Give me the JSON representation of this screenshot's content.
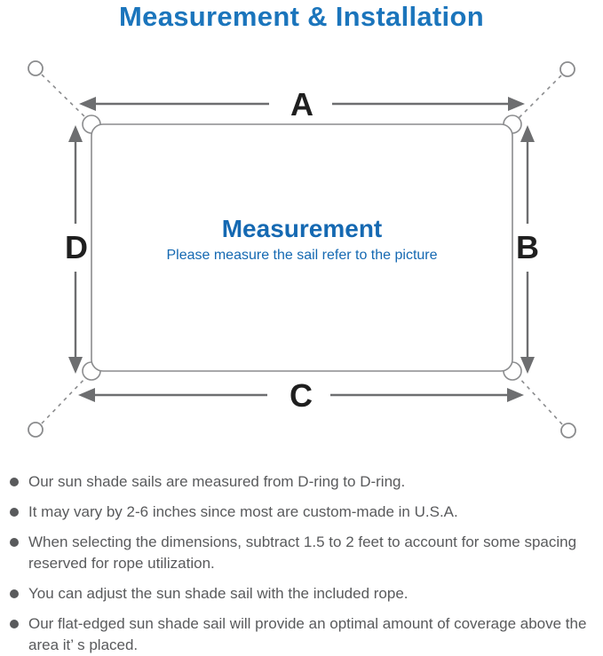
{
  "title": "Measurement & Installation",
  "diagram": {
    "heading": "Measurement",
    "subheading": "Please measure the sail refer to the picture",
    "labels": {
      "top": "A",
      "right": "B",
      "bottom": "C",
      "left": "D"
    }
  },
  "bullets": [
    "Our sun shade sails are measured from D-ring to D-ring.",
    "It may vary by 2-6 inches since most are custom-made in U.S.A.",
    "When selecting the dimensions, subtract 1.5 to 2 feet to account for some spacing reserved for rope utilization.",
    "You can adjust the sun shade sail with the included rope.",
    "Our flat-edged sun shade sail will provide an optimal amount of coverage above the area it’ s placed."
  ],
  "colors": {
    "title_blue": "#1b75bc",
    "measurement_blue": "#1569b2",
    "body_text_gray": "#595a5c",
    "diagram_line_gray": "#8b8c8e",
    "arrow_gray": "#6d6e70",
    "label_black": "#1f1f1f"
  }
}
